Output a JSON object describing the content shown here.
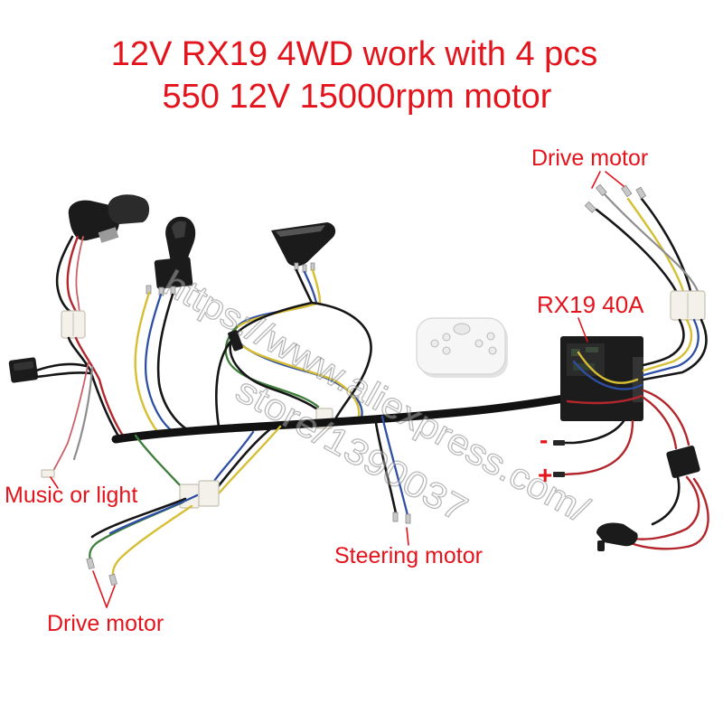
{
  "title": {
    "line1": "12V RX19 4WD work with 4 pcs",
    "line2": "550 12V 15000rpm motor"
  },
  "labels": {
    "drive_motor_top": "Drive motor",
    "controller": "RX19 40A",
    "music_or_light": "Music or light",
    "steering_motor": "Steering motor",
    "drive_motor_bottom": "Drive motor",
    "battery_negative": "-",
    "battery_positive": "+"
  },
  "watermark": {
    "line1": "https://www.aliexpress.com/",
    "line2": "store/1390037"
  },
  "colors": {
    "label": "#e3141c",
    "background": "#ffffff"
  }
}
